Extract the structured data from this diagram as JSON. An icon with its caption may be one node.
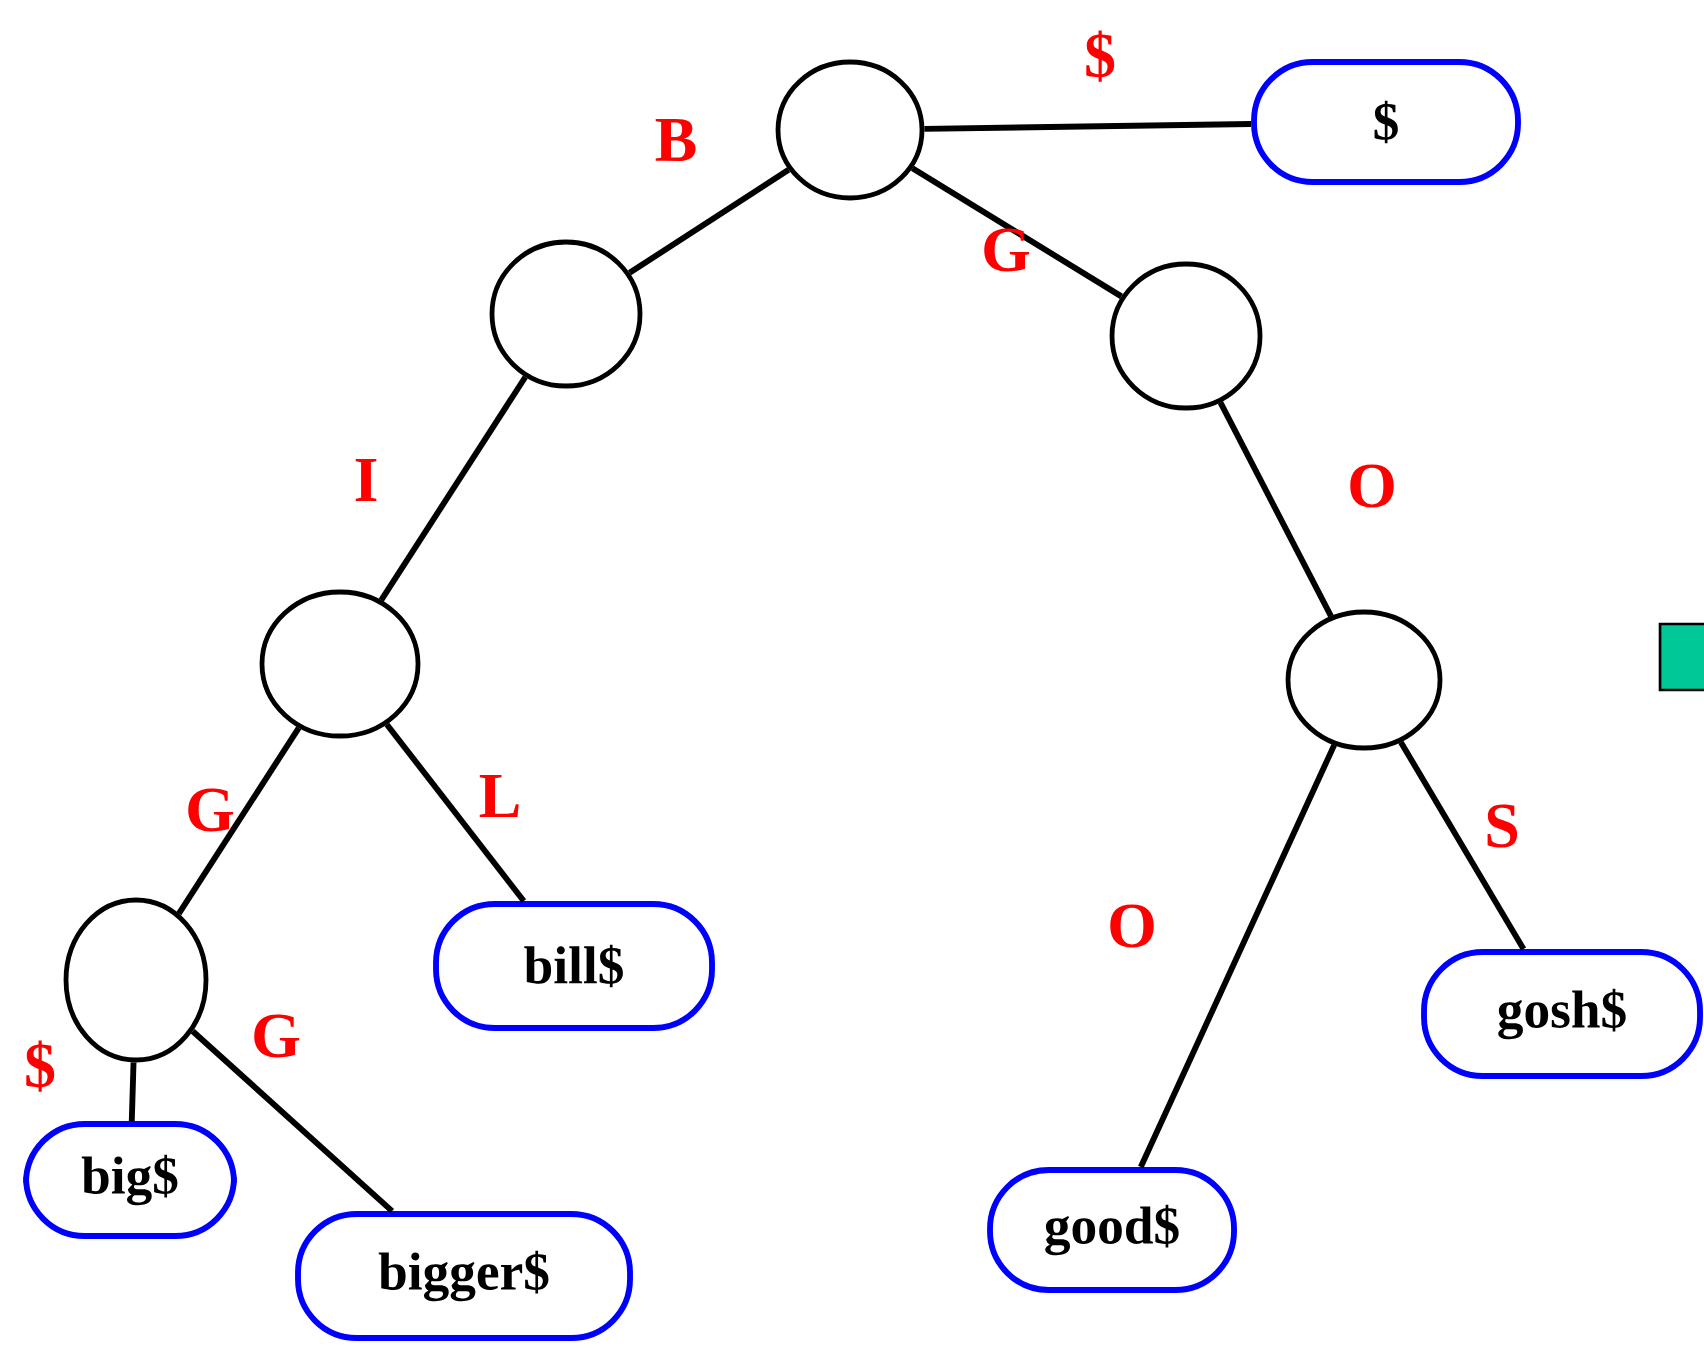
{
  "diagram": {
    "nodes": [
      {
        "text": [],
        "shape": "circle"
      },
      {
        "text": [],
        "shape": "circle"
      },
      {
        "text": [],
        "shape": "circle"
      },
      {
        "text": [],
        "shape": "circle"
      },
      {
        "text": [],
        "shape": "circle"
      },
      {
        "text": [],
        "shape": "circle"
      },
      {
        "text": [
          "$"
        ]
      },
      {
        "text": [
          "bill$"
        ]
      },
      {
        "text": [
          "gosh$"
        ]
      },
      {
        "text": [
          "big$"
        ]
      },
      {
        "text": [
          "bigger$"
        ]
      },
      {
        "text": [
          "good$"
        ]
      }
    ],
    "edges": [
      {
        "from": 0,
        "to": 6,
        "arrow": "none",
        "label": "$"
      },
      {
        "from": 0,
        "to": 1,
        "arrow": "none",
        "label": "B"
      },
      {
        "from": 0,
        "to": 2,
        "arrow": "none",
        "label": "G"
      },
      {
        "from": 1,
        "to": 3,
        "arrow": "none",
        "label": "I"
      },
      {
        "from": 2,
        "to": 4,
        "arrow": "none",
        "label": "O"
      },
      {
        "from": 3,
        "to": 5,
        "arrow": "none",
        "label": "G"
      },
      {
        "from": 3,
        "to": 7,
        "arrow": "none",
        "label": "L"
      },
      {
        "from": 4,
        "to": 11,
        "arrow": "none",
        "label": "O"
      },
      {
        "from": 4,
        "to": 8,
        "arrow": "none",
        "label": "S"
      },
      {
        "from": 5,
        "to": 9,
        "arrow": "none",
        "label": "$"
      },
      {
        "from": 5,
        "to": 10,
        "arrow": "none",
        "label": "G"
      }
    ]
  }
}
